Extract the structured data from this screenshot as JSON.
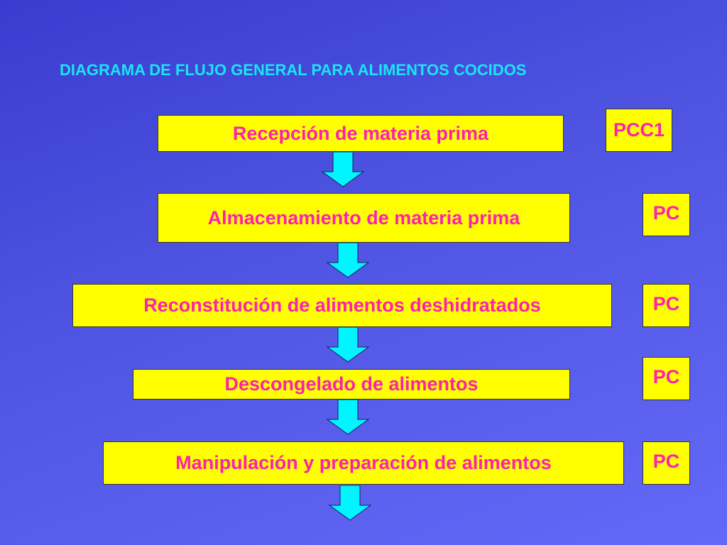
{
  "diagram": {
    "title": "DIAGRAMA DE FLUJO GENERAL PARA ALIMENTOS COCIDOS",
    "steps": [
      {
        "label": "Recepción de materia prima",
        "control": "PCC1"
      },
      {
        "label": "Almacenamiento de materia prima",
        "control": "PC"
      },
      {
        "label": "Reconstitución de alimentos deshidratados",
        "control": "PC"
      },
      {
        "label": "Descongelado de alimentos",
        "control": "PC"
      },
      {
        "label": "Manipulación y preparación de alimentos",
        "control": "PC"
      }
    ]
  },
  "colors": {
    "box_fill": "#ffff00",
    "text": "#ff1fb1",
    "title": "#19e6f2",
    "arrow": "#00f5ff"
  }
}
